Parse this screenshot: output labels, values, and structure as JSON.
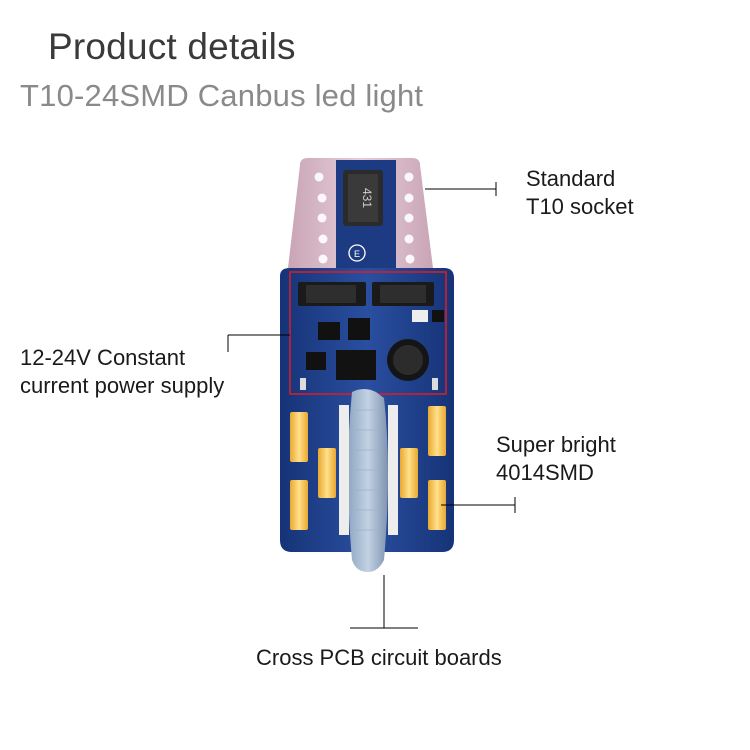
{
  "header": {
    "title": "Product details",
    "subtitle": "T10-24SMD Canbus led light"
  },
  "callouts": {
    "socket": {
      "line1": "Standard",
      "line2": "T10 socket"
    },
    "power": {
      "line1": "12-24V Constant",
      "line2": "current power supply"
    },
    "smd": {
      "line1": "Super bright",
      "line2": "4014SMD"
    },
    "pcb": {
      "line1": "Cross PCB circuit boards"
    }
  },
  "board": {
    "resistor_marking": "431"
  },
  "colors": {
    "pcb_blue": "#1f3f8a",
    "pcb_dark": "#15306e",
    "socket_pink": "#d8b8c6",
    "led_yellow": "#f3c24a",
    "callout_line": "#000000",
    "highlight_red": "#d21f2a"
  }
}
